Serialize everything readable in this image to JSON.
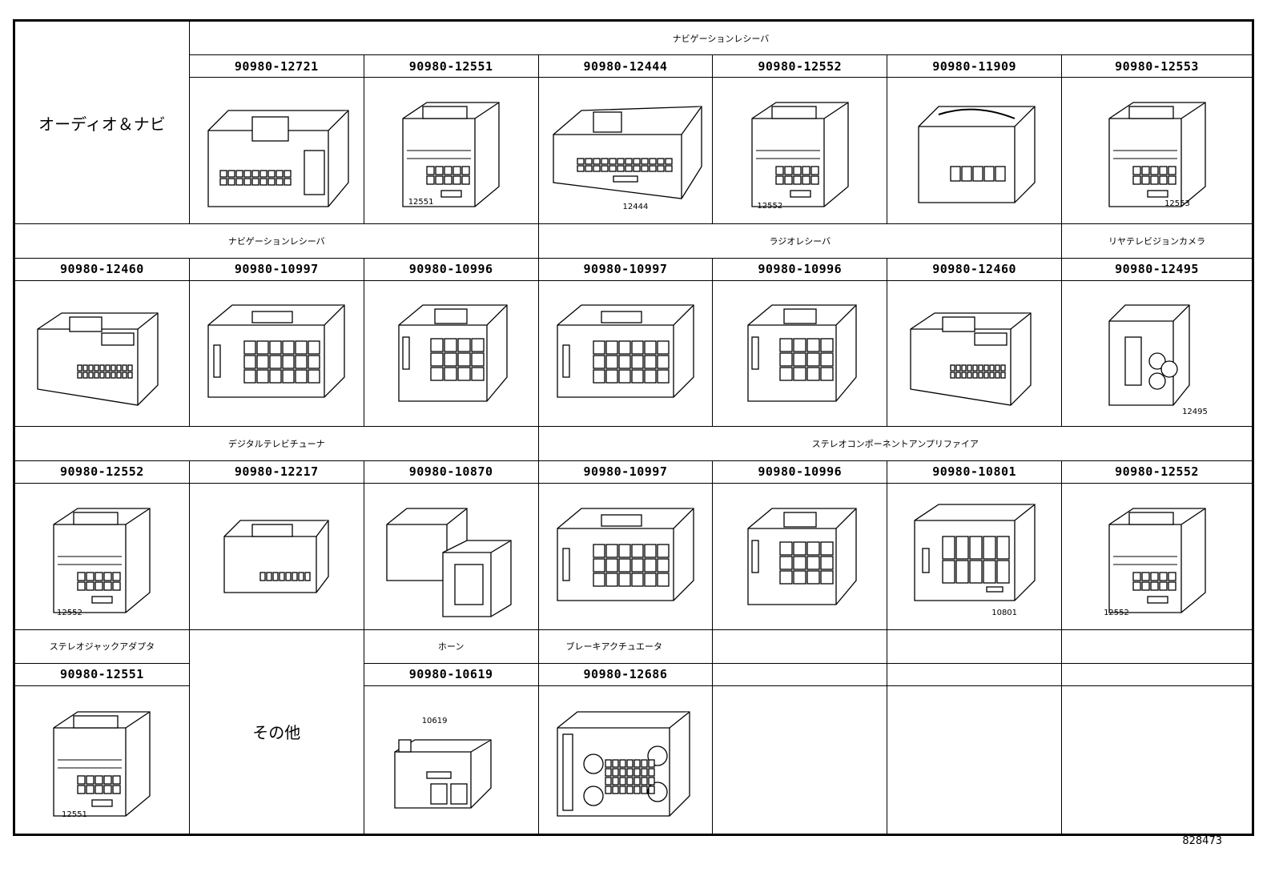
{
  "title_cell": "オーディオ＆ナビ",
  "other_cell": "その他",
  "doc_number": "828473",
  "rows": [
    {
      "headers": [
        {
          "label": "ナビゲーションレシーバ",
          "span": 6
        }
      ],
      "parts": [
        "90980-12721",
        "90980-12551",
        "90980-12444",
        "90980-12552",
        "90980-11909",
        "90980-12553"
      ],
      "callouts": [
        "",
        "12551",
        "12444",
        "12552",
        "",
        "12553"
      ]
    },
    {
      "headers": [
        {
          "label": "ナビゲーションレシーバ",
          "span": 3
        },
        {
          "label": "ラジオレシーバ",
          "span": 3
        },
        {
          "label": "リヤテレビジョンカメラ",
          "span": 1
        }
      ],
      "parts": [
        "90980-12460",
        "90980-10997",
        "90980-10996",
        "90980-10997",
        "90980-10996",
        "90980-12460",
        "90980-12495"
      ],
      "callouts": [
        "",
        "",
        "",
        "",
        "",
        "",
        "12495"
      ]
    },
    {
      "headers": [
        {
          "label": "デジタルテレビチューナ",
          "span": 3
        },
        {
          "label": "ステレオコンポーネントアンプリファイア",
          "span": 4
        }
      ],
      "parts": [
        "90980-12552",
        "90980-12217",
        "90980-10870",
        "90980-10997",
        "90980-10996",
        "90980-10801",
        "90980-12552"
      ],
      "callouts": [
        "12552",
        "",
        "",
        "",
        "",
        "10801",
        "12552"
      ]
    },
    {
      "headers": [
        {
          "label": "ステレオジャックアダプタ"
        },
        {
          "label": "ホーン"
        },
        {
          "label": "ブレーキアクチュエータ"
        }
      ],
      "parts": [
        "90980-12551",
        "90980-10619",
        "90980-12686"
      ],
      "callouts": [
        "12551",
        "10619",
        ""
      ]
    }
  ]
}
